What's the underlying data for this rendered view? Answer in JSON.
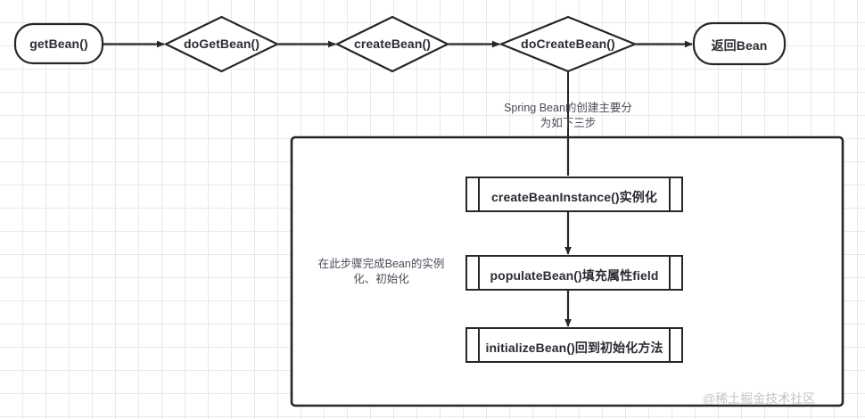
{
  "diagram": {
    "title": "Spring Bean 创建流程图",
    "background": {
      "grid_color": "#e9e9e9",
      "grid_size": 26,
      "page_color": "#ffffff"
    },
    "stroke_color": "#262626",
    "text_color": "#2b2b33",
    "note_color": "#4a4a58",
    "flow_nodes": [
      {
        "id": "getbean",
        "label": "getBean()",
        "shape": "rounded-rect"
      },
      {
        "id": "dogetbean",
        "label": "doGetBean()",
        "shape": "diamond"
      },
      {
        "id": "createbean",
        "label": "createBean()",
        "shape": "diamond"
      },
      {
        "id": "docreatebean",
        "label": "doCreateBean()",
        "shape": "diamond"
      },
      {
        "id": "returnbean",
        "label": "返回Bean",
        "shape": "rounded-rect"
      }
    ],
    "notes": {
      "branch_note_line1": "Spring Bean的创建主要分",
      "branch_note_line2": "为如下三步",
      "container_note_line1": "在此步骤完成Bean的实例",
      "container_note_line2": "化、初始化"
    },
    "steps": [
      {
        "id": "step1",
        "label": "createBeanInstance()实例化",
        "shape": "predefined-process"
      },
      {
        "id": "step2",
        "label": "populateBean()填充属性field",
        "shape": "predefined-process"
      },
      {
        "id": "step3",
        "label": "initializeBean()回到初始化方法",
        "shape": "predefined-process"
      }
    ],
    "watermark": "@稀土掘金技术社区"
  }
}
